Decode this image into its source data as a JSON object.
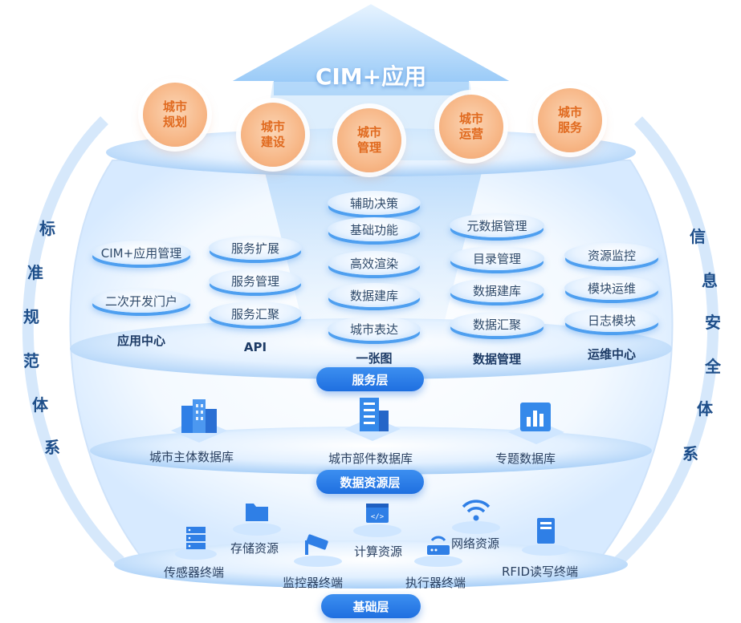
{
  "top": {
    "arrow_title": "CIM+应用"
  },
  "app_circles": [
    {
      "line1": "城市",
      "line2": "规划"
    },
    {
      "line1": "城市",
      "line2": "建设"
    },
    {
      "line1": "城市",
      "line2": "管理"
    },
    {
      "line1": "城市",
      "line2": "运营"
    },
    {
      "line1": "城市",
      "line2": "服务"
    }
  ],
  "left_side": [
    "标",
    "准",
    "规",
    "范",
    "体",
    "系"
  ],
  "right_side": [
    "信",
    "息",
    "安",
    "全",
    "体",
    "系"
  ],
  "service_layer": {
    "columns": [
      {
        "title": "应用中心",
        "items": [
          "CIM+应用管理",
          "二次开发门户"
        ]
      },
      {
        "title": "API",
        "items": [
          "服务扩展",
          "服务管理",
          "服务汇聚"
        ]
      },
      {
        "title": "一张图",
        "items": [
          "辅助决策",
          "基础功能",
          "高效渲染",
          "数据建库",
          "城市表达"
        ]
      },
      {
        "title": "数据管理",
        "items": [
          "元数据管理",
          "目录管理",
          "数据建库",
          "数据汇聚"
        ]
      },
      {
        "title": "运维中心",
        "items": [
          "资源监控",
          "模块运维",
          "日志模块"
        ]
      }
    ],
    "label": "服务层"
  },
  "data_layer": {
    "items": [
      {
        "name": "城市主体数据库",
        "icon": "buildings-icon"
      },
      {
        "name": "城市部件数据库",
        "icon": "building-parts-icon"
      },
      {
        "name": "专题数据库",
        "icon": "bar-chart-icon"
      }
    ],
    "label": "数据资源层"
  },
  "base_layer": {
    "items": [
      {
        "name": "传感器终端",
        "icon": "server-icon"
      },
      {
        "name": "存储资源",
        "icon": "folder-icon"
      },
      {
        "name": "监控器终端",
        "icon": "camera-icon"
      },
      {
        "name": "计算资源",
        "icon": "code-window-icon"
      },
      {
        "name": "执行器终端",
        "icon": "router-icon"
      },
      {
        "name": "网络资源",
        "icon": "wifi-icon"
      },
      {
        "name": "RFID读写终端",
        "icon": "terminal-icon"
      }
    ],
    "label": "基础层"
  },
  "colors": {
    "primary": "#1f6fe0",
    "accent_orange": "#e06a1f",
    "light_blue": "#cfe6ff"
  }
}
